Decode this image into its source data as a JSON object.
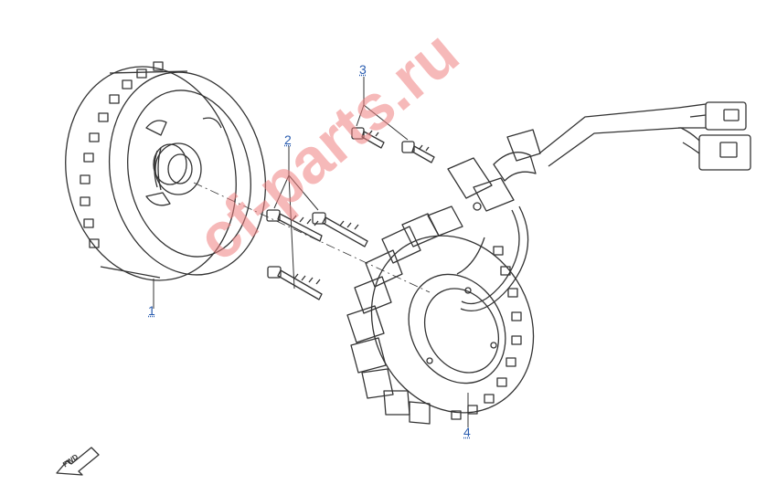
{
  "watermark": "cf-parts.ru",
  "fwd_label": "FWD",
  "callouts": [
    {
      "id": "1",
      "part": "flywheel"
    },
    {
      "id": "2",
      "part": "long-bolts"
    },
    {
      "id": "3",
      "part": "short-bolts"
    },
    {
      "id": "4",
      "part": "stator-assembly"
    }
  ],
  "colors": {
    "line": "#333333",
    "callout": "#2a5db0",
    "watermark": "#f08080"
  }
}
